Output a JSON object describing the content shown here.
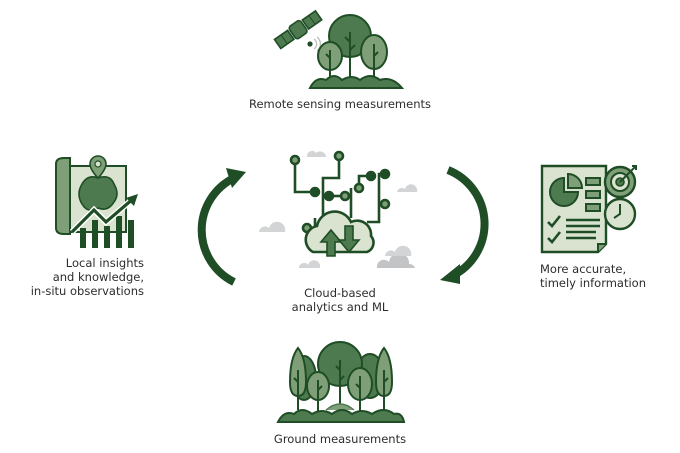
{
  "colors": {
    "dark_green": "#1f4d25",
    "mid_green": "#4e7a4f",
    "light_green": "#7f9f78",
    "pale_green": "#d9e3d0",
    "cloud_grey": "#cfd1d2",
    "text": "#2d2d2d"
  },
  "nodes": {
    "remote": {
      "icon": "satellite-and-trees-icon",
      "label": "Remote sensing measurements"
    },
    "local": {
      "icon": "map-with-chart-icon",
      "label_lines": [
        "Local insights",
        "and knowledge,",
        "in-situ observations"
      ]
    },
    "cloud": {
      "icon": "cloud-network-icon",
      "label_lines": [
        "Cloud-based",
        "analytics and ML"
      ]
    },
    "output": {
      "icon": "report-target-clock-icon",
      "label_lines": [
        "More accurate,",
        "timely information"
      ]
    },
    "ground": {
      "icon": "forest-icon",
      "label": "Ground measurements"
    }
  },
  "arrows": [
    {
      "name": "arrow-left-to-center",
      "direction": "clockwise-up"
    },
    {
      "name": "arrow-center-to-right",
      "direction": "clockwise-down"
    }
  ]
}
